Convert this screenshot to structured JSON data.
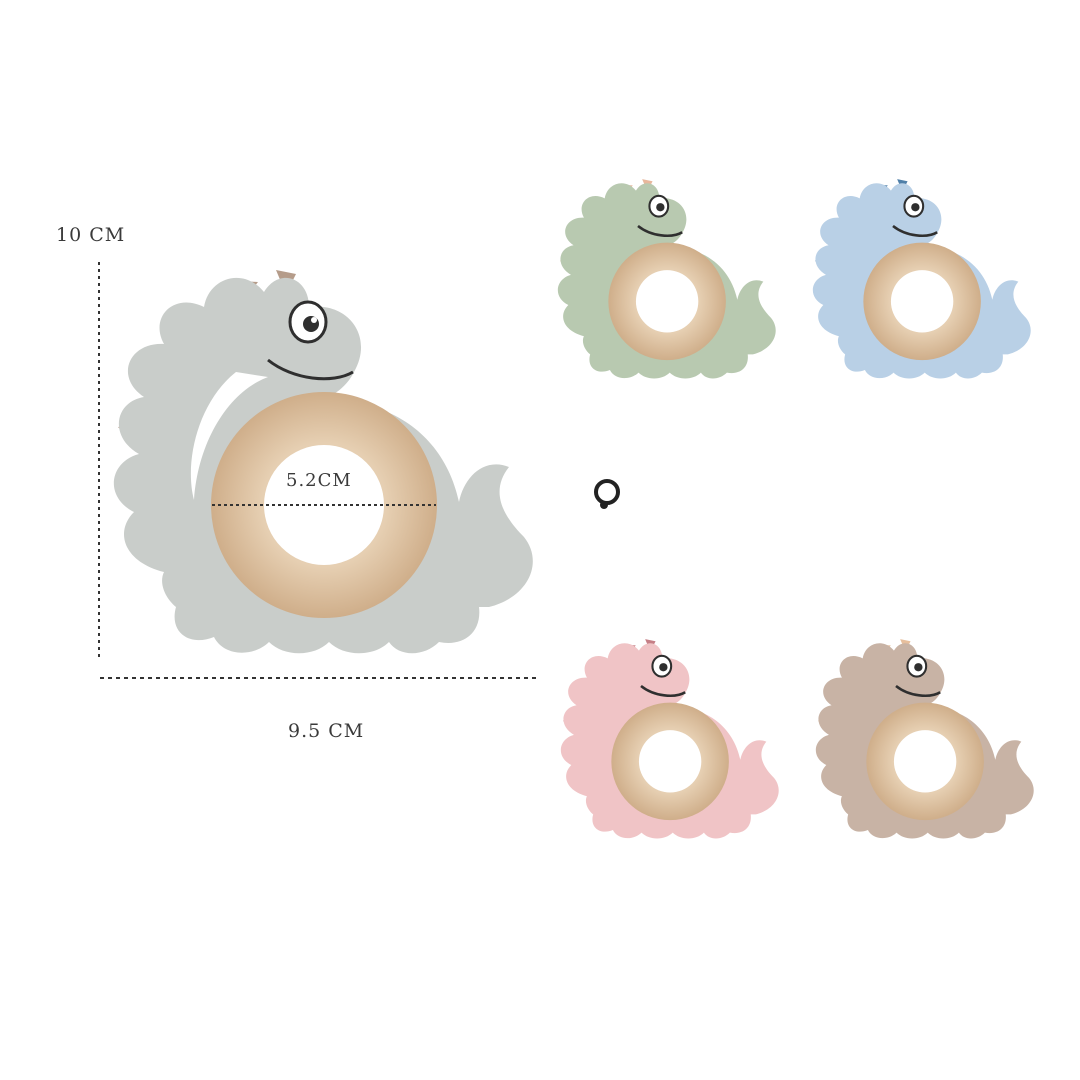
{
  "dimensions": {
    "height_label": "10 CM",
    "width_label": "9.5 CM",
    "diameter_label": "5.2CM"
  },
  "colors": {
    "gray": "#c9cdca",
    "gray_spike": "#b59c8a",
    "green": "#b8c9b0",
    "green_spike": "#e8b79c",
    "blue": "#b9d0e6",
    "blue_spike": "#4f7fa8",
    "pink": "#f0c4c6",
    "pink_spike": "#c57f86",
    "taupe": "#c8b3a5",
    "taupe_spike": "#e7bf9d",
    "wood": "#dcc0a0"
  }
}
